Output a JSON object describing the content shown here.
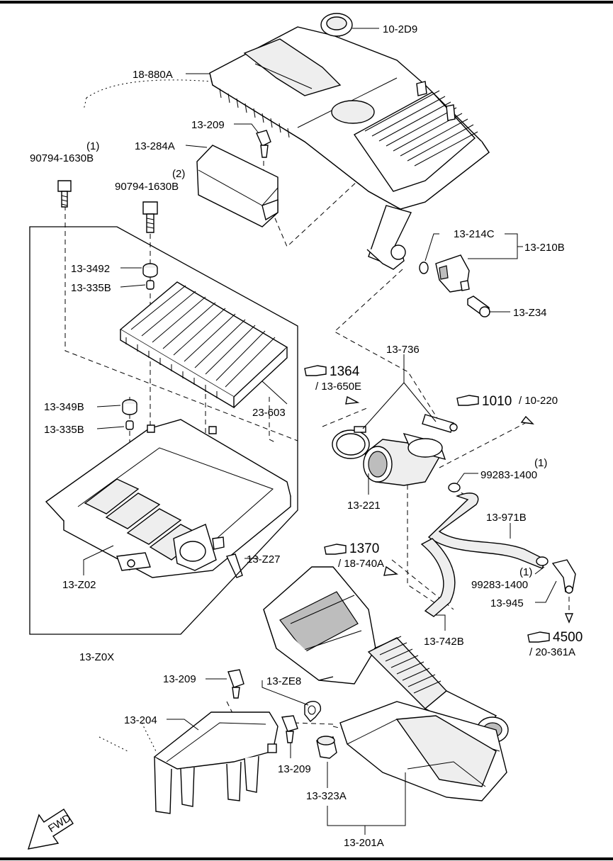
{
  "diagram": {
    "parts": {
      "p_10_2d9": "10-2D9",
      "p_18_880a": "18-880A",
      "p_13_209_top": "13-209",
      "p_13_284a": "13-284A",
      "p_90794_1": "90794-1630B",
      "p_qty_1a": "(1)",
      "p_90794_2": "90794-1630B",
      "p_qty_2": "(2)",
      "p_13_214c": "13-214C",
      "p_13_210b": "13-210B",
      "p_13_z34": "13-Z34",
      "p_13_3492": "13-3492",
      "p_13_335b_top": "13-335B",
      "p_23_603": "23-603",
      "p_13_349b": "13-349B",
      "p_13_335b_low": "13-335B",
      "p_13_z27": "13-Z27",
      "p_13_z02": "13-Z02",
      "p_13_z0x": "13-Z0X",
      "p_13_736": "13-736",
      "p_13_221": "13-221",
      "p_99283_a": "99283-1400",
      "p_qty_1b": "(1)",
      "p_13_971b": "13-971B",
      "p_99283_b": "99283-1400",
      "p_qty_1c": "(1)",
      "p_13_945": "13-945",
      "p_13_742b": "13-742B",
      "p_13_209_mid": "13-209",
      "p_13_ze8": "13-ZE8",
      "p_13_204": "13-204",
      "p_13_209_low": "13-209",
      "p_13_323a": "13-323A",
      "p_13_201a": "13-201A"
    },
    "refs": {
      "r1364_num": "1364",
      "r1364_sub": "/ 13-650E",
      "r1010_num": "1010",
      "r1010_sub": "/ 10-220",
      "r1370_num": "1370",
      "r1370_sub": "/ 18-740A",
      "r4500_num": "4500",
      "r4500_sub": "/ 20-361A"
    },
    "fwd_label": "FWD"
  }
}
